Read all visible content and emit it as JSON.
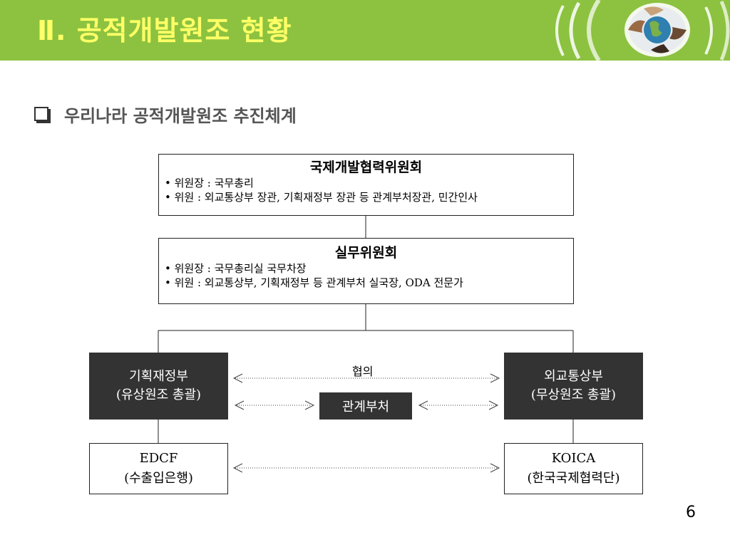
{
  "header": {
    "title": "Ⅱ. 공적개발원조 현황",
    "accent_color": "#8cc240",
    "title_color": "#ffff66",
    "logo_icon": "globe-hands-icon"
  },
  "subtitle": {
    "text": "우리나라 공적개발원조 추진체계",
    "icon": "checkbox-icon"
  },
  "diagram": {
    "top_box": {
      "title": "국제개발협력위원회",
      "line1": "• 위원장 : 국무총리",
      "line2": "• 위원 : 외교통상부 장관, 기획재정부 장관 등 관계부처장관, 민간인사"
    },
    "mid_box": {
      "title": "실무위원회",
      "line1": "• 위원장 : 국무총리실 국무차장",
      "line2": "• 위원 : 외교통상부, 기획재정부 등 관계부처 실국장, ODA 전문가"
    },
    "left_dark": {
      "line1": "기획재정부",
      "line2": "(유상원조 총괄)"
    },
    "right_dark": {
      "line1": "외교통상부",
      "line2": "(무상원조 총괄)"
    },
    "consult_label": "협의",
    "related_box": "관계부처",
    "left_small": {
      "line1": "EDCF",
      "line2": "(수출입은행)"
    },
    "right_small": {
      "line1": "KOICA",
      "line2": "(한국국제협력단)"
    }
  },
  "page_number": "6"
}
